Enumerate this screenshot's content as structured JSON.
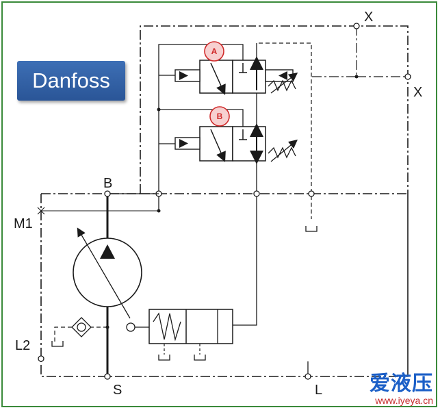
{
  "brand": {
    "label": "Danfoss"
  },
  "ports": {
    "x_top": "X",
    "x_right": "X",
    "b": "B",
    "m1": "M1",
    "l2": "L2",
    "s": "S",
    "l_bottom": "L"
  },
  "markers": {
    "a": "A",
    "b": "B"
  },
  "watermark": {
    "brand_cn": "爱液压",
    "url": "www.iyeya.cn"
  },
  "colors": {
    "frame": "#3a8a3a",
    "badge": "#2f5fa6",
    "marker": "#d02a2a",
    "line": "#1a1a1a"
  }
}
